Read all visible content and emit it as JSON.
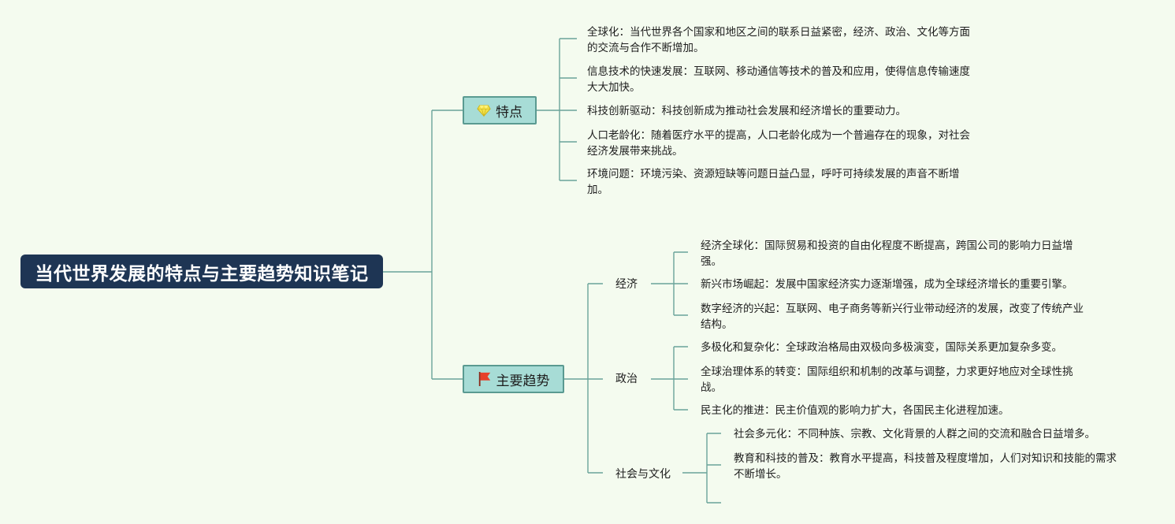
{
  "root": {
    "title": "当代世界发展的特点与主要趋势知识笔记"
  },
  "features": {
    "label": "特点",
    "items": [
      {
        "title": "全球化",
        "sep": "：",
        "desc": "当代世界各个国家和地区之间的联系日益紧密，经济、政治、文化等方面的交流与合作不断增加。"
      },
      {
        "title": "信息技术的快速发展",
        "sep": "：",
        "desc": "互联网、移动通信等技术的普及和应用，使得信息传输速度大大加快。"
      },
      {
        "title": "科技创新驱动",
        "sep": "：",
        "desc": "科技创新成为推动社会发展和经济增长的重要动力。"
      },
      {
        "title": "人口老龄化",
        "sep": "：",
        "desc": "随着医疗水平的提高，人口老龄化成为一个普遍存在的现象，对社会经济发展带来挑战。"
      },
      {
        "title": "环境问题",
        "sep": "：",
        "desc": "环境污染、资源短缺等问题日益凸显，呼吁可持续发展的声音不断增加。"
      }
    ]
  },
  "trends": {
    "label": "主要趋势",
    "economy": {
      "label": "经济",
      "items": [
        {
          "title": "经济全球化",
          "sep": "：",
          "desc": "国际贸易和投资的自由化程度不断提高，跨国公司的影响力日益增强。"
        },
        {
          "title": "新兴市场崛起",
          "sep": "：",
          "desc": "发展中国家经济实力逐渐增强，成为全球经济增长的重要引擎。"
        },
        {
          "title": "数字经济的兴起",
          "sep": "：",
          "desc": "互联网、电子商务等新兴行业带动经济的发展，改变了传统产业结构。"
        }
      ]
    },
    "politics": {
      "label": "政治",
      "items": [
        {
          "title": "多极化和复杂化",
          "sep": "：",
          "desc": "全球政治格局由双极向多极演变，国际关系更加复杂多变。"
        },
        {
          "title": "全球治理体系的转变",
          "sep": "：",
          "desc": "国际组织和机制的改革与调整，力求更好地应对全球性挑战。"
        },
        {
          "title": "民主化的推进",
          "sep": "：",
          "desc": "民主价值观的影响力扩大，各国民主化进程加速。"
        }
      ]
    },
    "society": {
      "label": "社会与文化",
      "items": [
        {
          "title": "社会多元化",
          "sep": "：",
          "desc": "不同种族、宗教、文化背景的人群之间的交流和融合日益增多。"
        },
        {
          "title": "教育和科技的普及",
          "sep": "：",
          "desc": "教育水平提高，科技普及程度增加，人们对知识和技能的需求不断增长。"
        }
      ]
    }
  },
  "colors": {
    "line": "#6aa39a",
    "root_bg": "#1e3554",
    "branch_bg": "#a7dcd6",
    "branch_border": "#5a9a91",
    "background": "#f4fbef"
  }
}
